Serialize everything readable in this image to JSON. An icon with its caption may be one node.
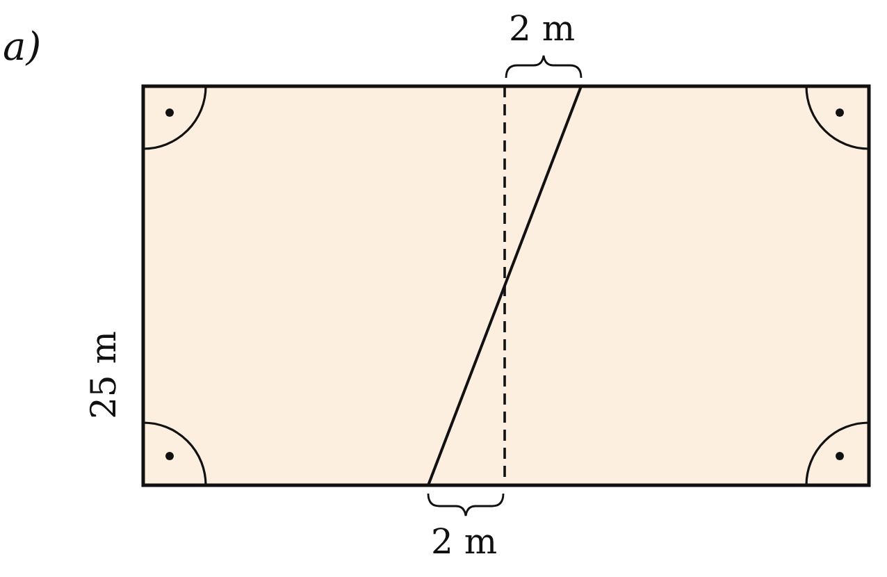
{
  "diagram": {
    "labels": [
      "a)",
      "2 m",
      "25 m",
      "2 m"
    ]
  }
}
